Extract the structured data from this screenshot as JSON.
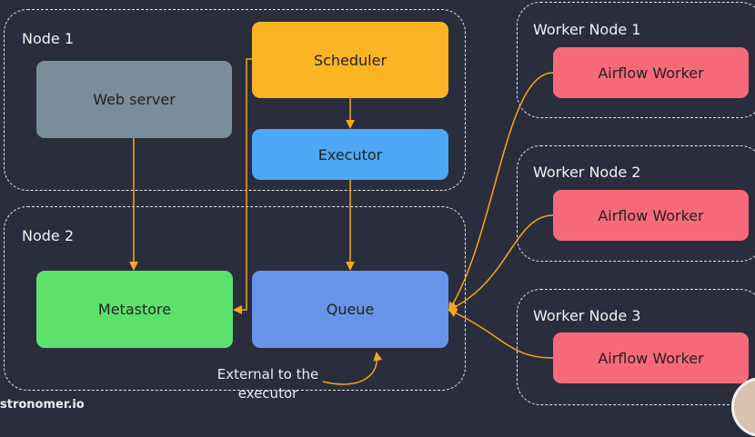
{
  "groups": {
    "node1": "Node 1",
    "node2": "Node 2",
    "worker1": "Worker Node 1",
    "worker2": "Worker Node 2",
    "worker3": "Worker Node 3"
  },
  "components": {
    "web_server": "Web server",
    "scheduler": "Scheduler",
    "executor": "Executor",
    "metastore": "Metastore",
    "queue": "Queue",
    "worker1": "Airflow Worker",
    "worker2": "Airflow Worker",
    "worker3": "Airflow Worker"
  },
  "note": {
    "line1": "External to the",
    "line2": "executor"
  },
  "watermark": "stronomer.io",
  "colors": {
    "background": "#2a2d3c",
    "web_server": "#7a8d9c",
    "scheduler": "#fbb524",
    "executor": "#4ea8f5",
    "metastore": "#5ce26c",
    "queue": "#6695e8",
    "worker": "#f86a7a",
    "arrow": "#f5a623"
  }
}
